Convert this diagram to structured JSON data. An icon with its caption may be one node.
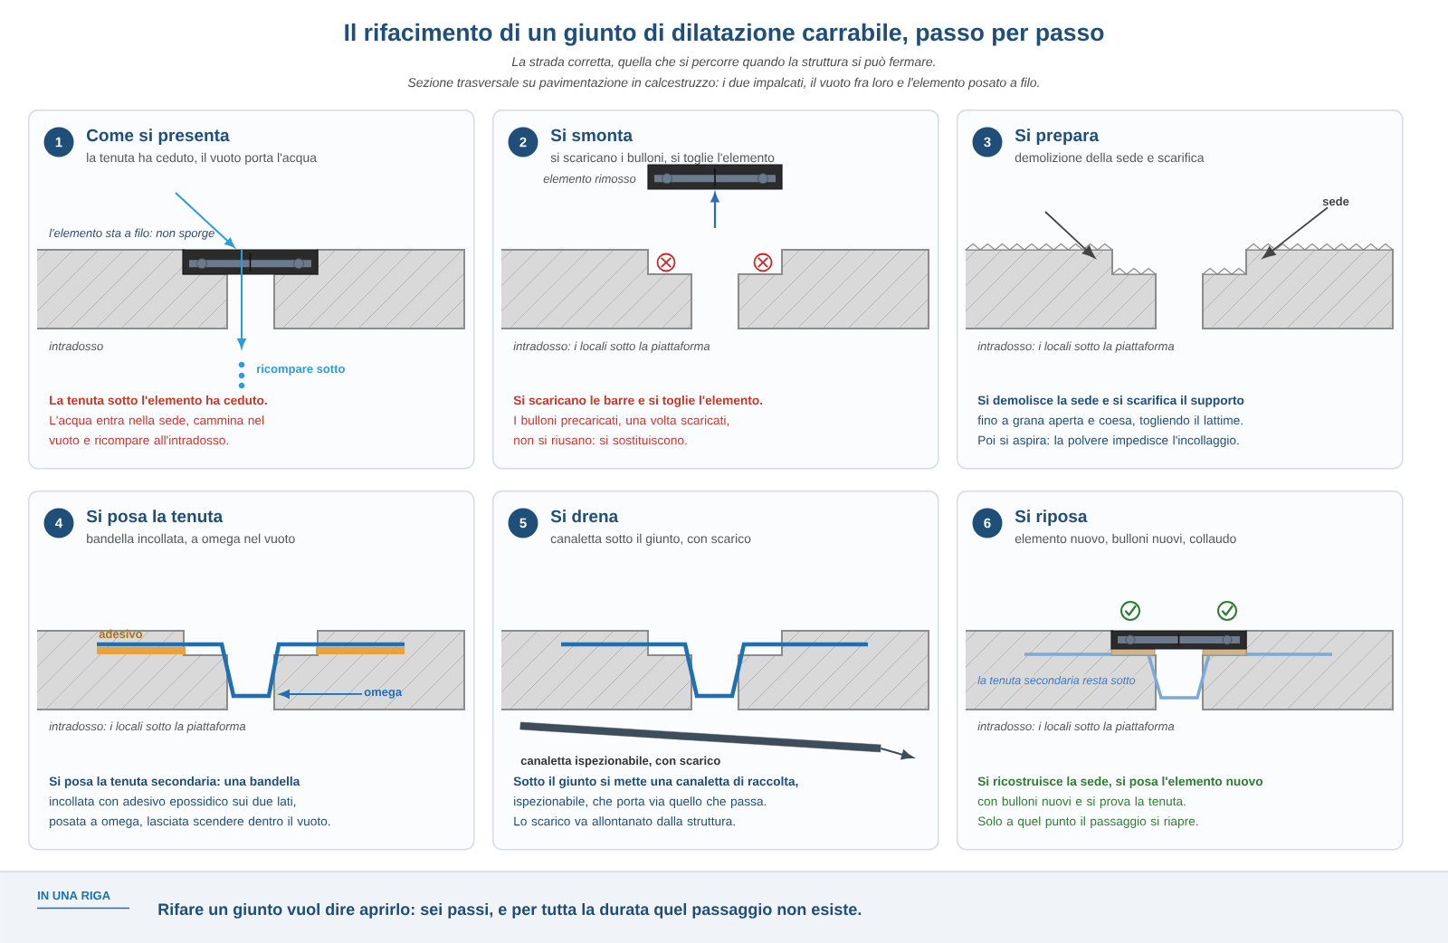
{
  "diagram": {
    "title": "Il rifacimento di un giunto di dilatazione carrabile, passo per passo",
    "nodes": [
      {
        "text": [
          "Come si presenta",
          "la tenuta ha ceduto, il vuoto porta l'acqua",
          "La tenuta sotto l'elemento ha ceduto.",
          "L'acqua entra nella sede, cammina nel vuoto e ricompare all'intradosso."
        ]
      },
      {
        "text": [
          "1"
        ],
        "in": 0
      },
      {
        "text": [],
        "shape": "bar",
        "in": 0
      },
      {
        "text": [
          "ricompare sotto"
        ],
        "in": 0
      },
      {
        "text": [
          "Si smonta",
          "si scaricano i bulloni, si toglie l'elemento",
          "Si scaricano le barre e si toglie l'elemento.",
          "I bulloni precaricati, una volta scaricati, non si riusano: si sostituiscono."
        ]
      },
      {
        "text": [
          "2"
        ],
        "in": 4
      },
      {
        "text": [],
        "shape": "bar",
        "in": 4,
        "beside": [
          "elemento rimosso"
        ]
      },
      {
        "text": [
          "Si prepara",
          "demolizione della sede e scarifica",
          "Si demolisce la sede e si scarifica il supporto",
          "fino a grana aperta e coesa, togliendo il lattime. Poi si aspira: la polvere impedisce l'incollaggio."
        ]
      },
      {
        "text": [
          "3"
        ],
        "in": 7
      },
      {
        "text": [
          "sede"
        ],
        "in": 7
      },
      {
        "text": [
          "Si posa la tenuta",
          "bandella incollata, a omega nel vuoto",
          "Si posa la tenuta secondaria: una bandella",
          "incollata con adesivo epossidico sui due lati, posata a omega, lasciata scendere dentro il vuoto."
        ]
      },
      {
        "text": [
          "4"
        ],
        "in": 10
      },
      {
        "text": [
          "omega"
        ],
        "in": 10
      },
      {
        "text": [
          "Si drena",
          "canaletta sotto il giunto, con scarico",
          "Sotto il giunto si mette una canaletta di raccolta,",
          "ispezionabile, che porta via quello che passa. Lo scarico va allontanato dalla struttura."
        ]
      },
      {
        "text": [
          "5"
        ],
        "in": 13
      },
      {
        "text": [],
        "shape": "bar",
        "in": 13,
        "beside": [
          "canaletta ispezionabile, con scarico"
        ]
      },
      {
        "text": [
          "Si riposa",
          "elemento nuovo, bulloni nuovi, collaudo",
          "Si ricostruisce la sede, si posa l'elemento nuovo",
          "con bulloni nuovi e si prova la tenuta. Solo a quel punto il passaggio si riapre."
        ]
      },
      {
        "text": [
          "6"
        ],
        "in": 16
      },
      {
        "text": [
          "IN UNA RIGA",
          "Rifare un giunto vuol dire aprirlo: sei passi, e per tutta la durata quel passaggio non esiste."
        ]
      }
    ],
    "edges": [
      {
        "from": null,
        "to": 2,
        "arrow": "to",
        "color": "#2d9cdb"
      },
      {
        "from": 2,
        "to": 3,
        "arrow": "to",
        "color": "#2d9cdb"
      },
      {
        "from": null,
        "to": 6,
        "arrow": "to",
        "color": "#2a6fb5"
      },
      {
        "from": 9,
        "to": null,
        "arrow": "to",
        "color": "#444444"
      },
      {
        "from": 12,
        "to": null,
        "arrow": "to",
        "color": "#1f6fb2"
      },
      {
        "from": 15,
        "to": null,
        "arrow": "to",
        "color": "#3d4d5b"
      }
    ],
    "labels": [
      "La strada corretta, quella che si percorre quando la struttura si può fermare.",
      "Sezione trasversale su pavimentazione in calcestruzzo: i due impalcati, il vuoto fra loro e l'elemento posato a filo.",
      "l'elemento sta a filo: non sporge",
      "intradosso",
      "intradosso: i locali sotto la piattaforma",
      "intradosso: i locali sotto la piattaforma",
      "adesivo",
      "intradosso: i locali sotto la piattaforma",
      "la tenuta secondaria resta sotto",
      "intradosso: i locali sotto la piattaforma"
    ]
  }
}
